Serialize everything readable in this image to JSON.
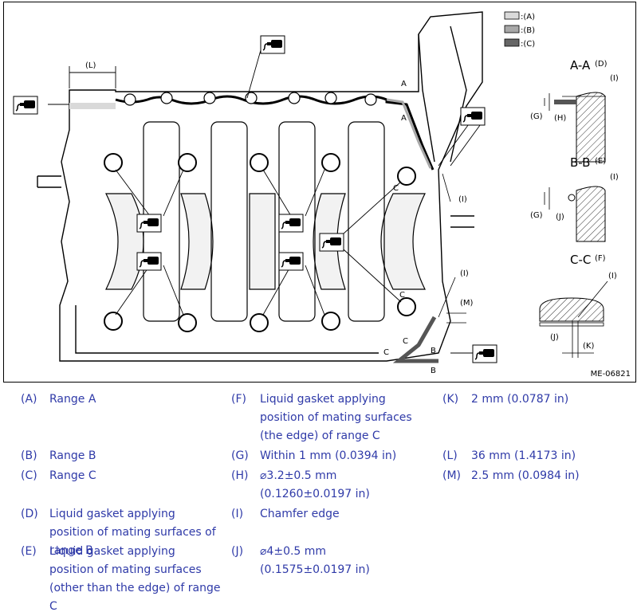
{
  "figure": {
    "code": "ME-06821",
    "swatches": [
      {
        "label": ":(A)",
        "color": "#d9d9d9"
      },
      {
        "label": ":(B)",
        "color": "#a8a8a8"
      },
      {
        "label": ":(C)",
        "color": "#666666"
      }
    ],
    "callouts": {
      "L": "(L)",
      "I": "(I)",
      "M": "(M)",
      "G": "(G)",
      "H": "(H)",
      "J": "(J)",
      "K": "(K)",
      "A": "A",
      "B": "B",
      "C": "C"
    },
    "sections": {
      "aa": {
        "title": "A-A",
        "tag": "(D)"
      },
      "bb": {
        "title": "B-B",
        "tag": "(E)"
      },
      "cc": {
        "title": "C-C",
        "tag": "(F)"
      }
    }
  },
  "legend": [
    {
      "key": "(A)",
      "text": "Range A"
    },
    {
      "key": "(B)",
      "text": "Range B"
    },
    {
      "key": "(C)",
      "text": "Range C"
    },
    {
      "key": "(D)",
      "text": "Liquid gasket applying position of mating surfaces of range B"
    },
    {
      "key": "(E)",
      "text": "Liquid gasket applying position of mating surfaces (other than the edge) of range C"
    },
    {
      "key": "(F)",
      "text": "Liquid gasket applying position of mating surfaces (the edge) of range C"
    },
    {
      "key": "(G)",
      "text": "Within 1 mm (0.0394 in)"
    },
    {
      "key": "(H)",
      "text": "⌀3.2±0.5 mm (0.1260±0.0197 in)"
    },
    {
      "key": "(I)",
      "text": "Chamfer edge"
    },
    {
      "key": "(J)",
      "text": "⌀4±0.5 mm (0.1575±0.0197 in)"
    },
    {
      "key": "(K)",
      "text": "2 mm (0.0787 in)"
    },
    {
      "key": "(L)",
      "text": "36 mm (1.4173 in)"
    },
    {
      "key": "(M)",
      "text": "2.5 mm (0.0984 in)"
    }
  ]
}
